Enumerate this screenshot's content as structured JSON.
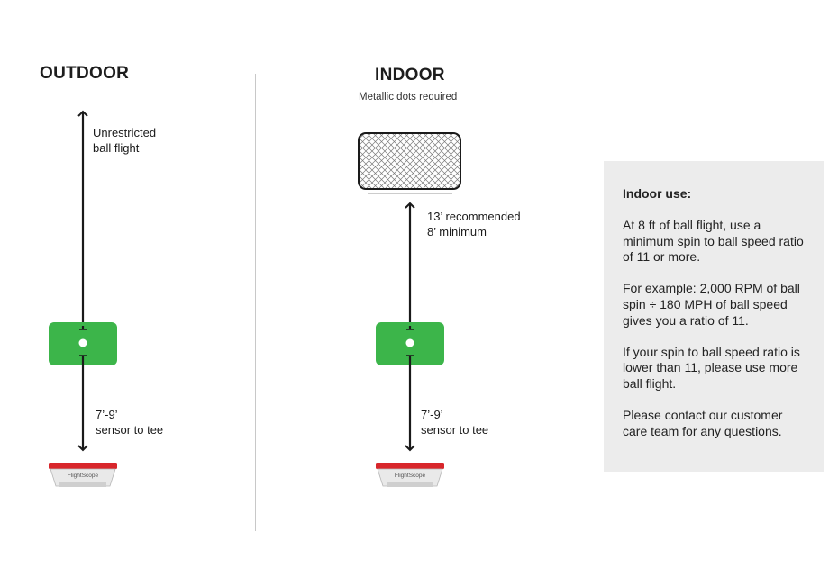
{
  "outdoor": {
    "title": "OUTDOOR",
    "flight_label": [
      "Unrestricted",
      "ball flight"
    ],
    "tee_label": [
      "7’-9’",
      "sensor to tee"
    ]
  },
  "indoor": {
    "title": "INDOOR",
    "subtitle": "Metallic dots required",
    "net_label": [
      "13’ recommended",
      "8’ minimum"
    ],
    "tee_label": [
      "7’-9’",
      "sensor to tee"
    ]
  },
  "info_panel": {
    "heading": "Indoor use:",
    "paragraphs": [
      "At 8 ft of ball flight, use a minimum spin to ball speed ratio of 11 or more.",
      "For example: 2,000 RPM of ball spin ÷ 180 MPH of ball speed gives you a ratio of 11.",
      "If your spin to ball speed ratio is lower than 11, please use more ball flight.",
      "Please contact our customer care team for any questions."
    ]
  },
  "device_logo_text": "FlightScope",
  "colors": {
    "mat_green": "#3cb54a",
    "device_red": "#d8262b",
    "panel_bg": "#ececec",
    "arrow": "#1a1a1a"
  }
}
